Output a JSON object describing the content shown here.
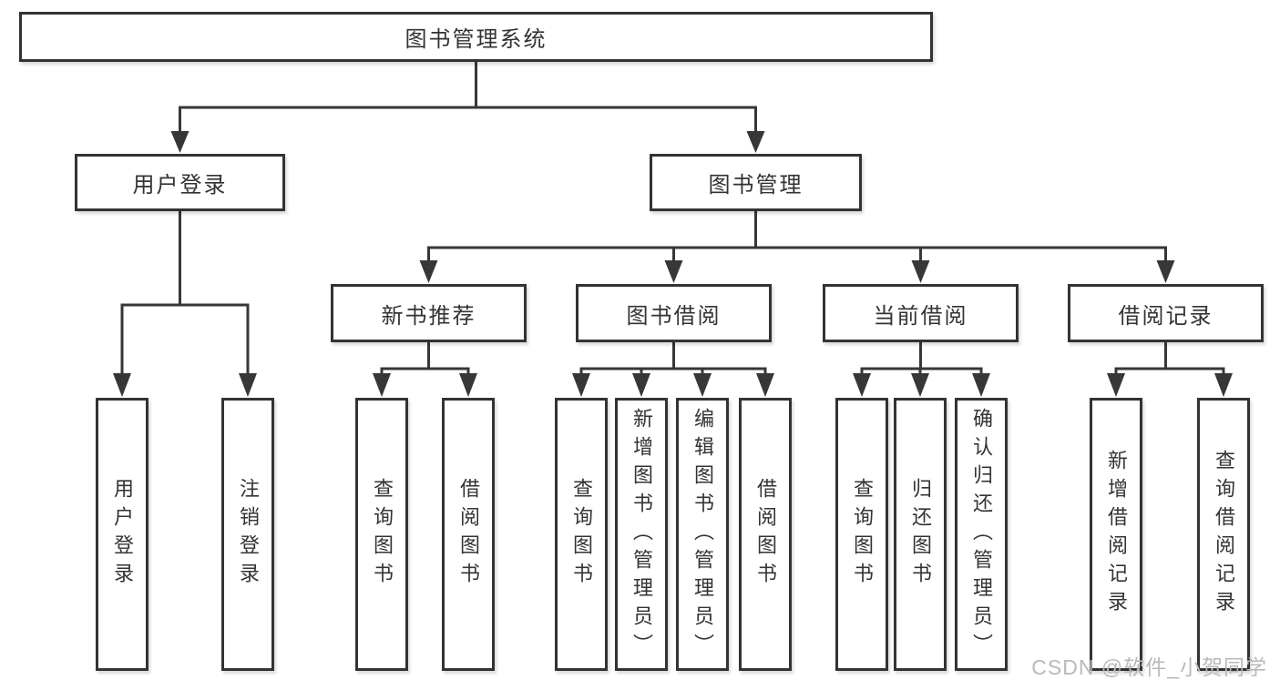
{
  "diagram": {
    "title": "图书管理系统",
    "level2": [
      "用户登录",
      "图书管理"
    ],
    "level3": [
      "新书推荐",
      "图书借阅",
      "当前借阅",
      "借阅记录"
    ],
    "leaves": {
      "login": [
        "用户登录",
        "注销登录"
      ],
      "recommend": [
        "查询图书",
        "借阅图书"
      ],
      "borrow": [
        "查询图书",
        "新增图书（管理员）",
        "编辑图书（管理员）",
        "借阅图书"
      ],
      "current": [
        "查询图书",
        "归还图书",
        "确认归还（管理员）"
      ],
      "records": [
        "新增借阅记录",
        "查询借阅记录"
      ]
    }
  },
  "watermark": {
    "text": "CSDN @软件_小贺同学"
  },
  "colors": {
    "line": "#373737",
    "border": "#333333",
    "text": "#333333",
    "watermark": "#b9b9b9",
    "background": "#ffffff"
  }
}
